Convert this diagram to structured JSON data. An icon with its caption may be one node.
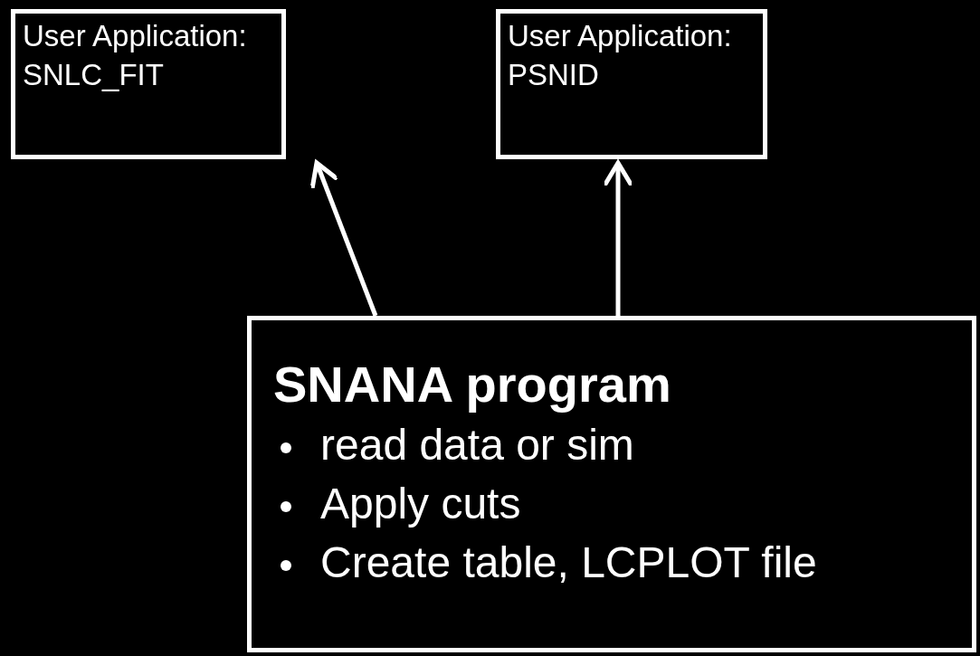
{
  "diagram": {
    "nodes": [
      {
        "text": [
          "User Application: SNLC_FIT"
        ]
      },
      {
        "text": [
          "User Application: PSNID"
        ]
      },
      {
        "text": [
          "SNANA program",
          "read data or sim",
          "Apply cuts",
          "Create table, LCPLOT file"
        ]
      }
    ],
    "edges": [
      {
        "from": 2,
        "to": 0,
        "arrow": "to"
      },
      {
        "from": 2,
        "to": 1,
        "arrow": "to"
      }
    ]
  }
}
